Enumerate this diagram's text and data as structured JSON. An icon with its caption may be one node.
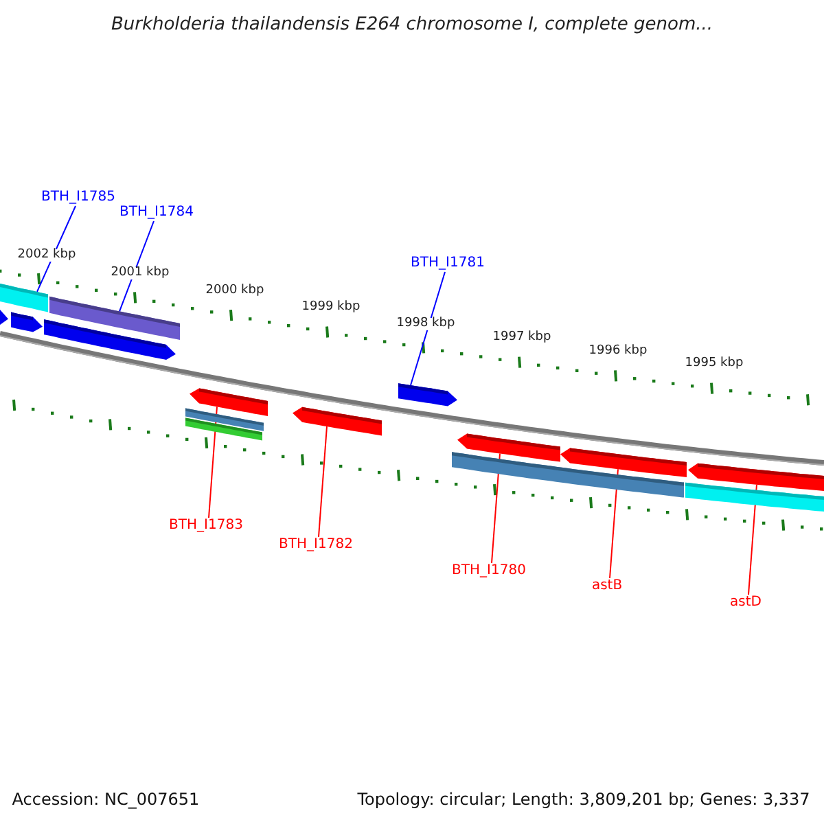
{
  "diagram": {
    "title": "Burkholderia thailandensis E264 chromosome I, complete genom...",
    "nodes": [
      {
        "text": [
          "BTH_I1785"
        ]
      },
      {
        "text": [],
        "shape": "bar"
      },
      {
        "text": [
          "BTH_I1784"
        ]
      },
      {
        "text": [],
        "shape": "bar"
      },
      {
        "text": [],
        "shape": "arrow"
      },
      {
        "text": [],
        "shape": "arrow"
      },
      {
        "text": [],
        "shape": "arrow"
      },
      {
        "text": [
          "BTH_I1781"
        ]
      },
      {
        "text": [],
        "shape": "arrow"
      },
      {
        "text": [],
        "shape": "arrow"
      },
      {
        "text": [],
        "shape": "bar"
      },
      {
        "text": [],
        "shape": "bar"
      },
      {
        "text": [
          "BTH_I1783"
        ]
      },
      {
        "text": [],
        "shape": "arrow"
      },
      {
        "text": [
          "BTH_I1782"
        ]
      },
      {
        "text": [],
        "shape": "arrow"
      },
      {
        "text": [],
        "shape": "bar"
      },
      {
        "text": [
          "BTH_I1780"
        ]
      },
      {
        "text": [],
        "shape": "arrow"
      },
      {
        "text": [
          "astB"
        ]
      },
      {
        "text": [],
        "shape": "arrow"
      },
      {
        "text": [],
        "shape": "bar"
      },
      {
        "text": [
          "astD"
        ]
      }
    ],
    "edges": [
      {
        "from": 0,
        "to": 1,
        "arrow": "none",
        "color": "#0000ff"
      },
      {
        "from": 2,
        "to": 3,
        "arrow": "none",
        "color": "#0000ff"
      },
      {
        "from": 7,
        "to": 8,
        "arrow": "none",
        "color": "#0000ff"
      },
      {
        "from": 12,
        "to": 9,
        "arrow": "none"
      },
      {
        "from": 14,
        "to": 13,
        "arrow": "none"
      },
      {
        "from": 17,
        "to": 15,
        "arrow": "none"
      },
      {
        "from": 19,
        "to": 18,
        "arrow": "none"
      },
      {
        "from": 22,
        "to": 20,
        "arrow": "none"
      }
    ],
    "labels": [
      "2002 kbp",
      "2001 kbp",
      "2000 kbp",
      "1999 kbp",
      "1998 kbp",
      "1997 kbp",
      "1996 kbp",
      "1995 kbp",
      "Accession: NC_007651",
      "Topology: circular; Length: 3,809,201 bp; Genes: 3,337"
    ]
  }
}
